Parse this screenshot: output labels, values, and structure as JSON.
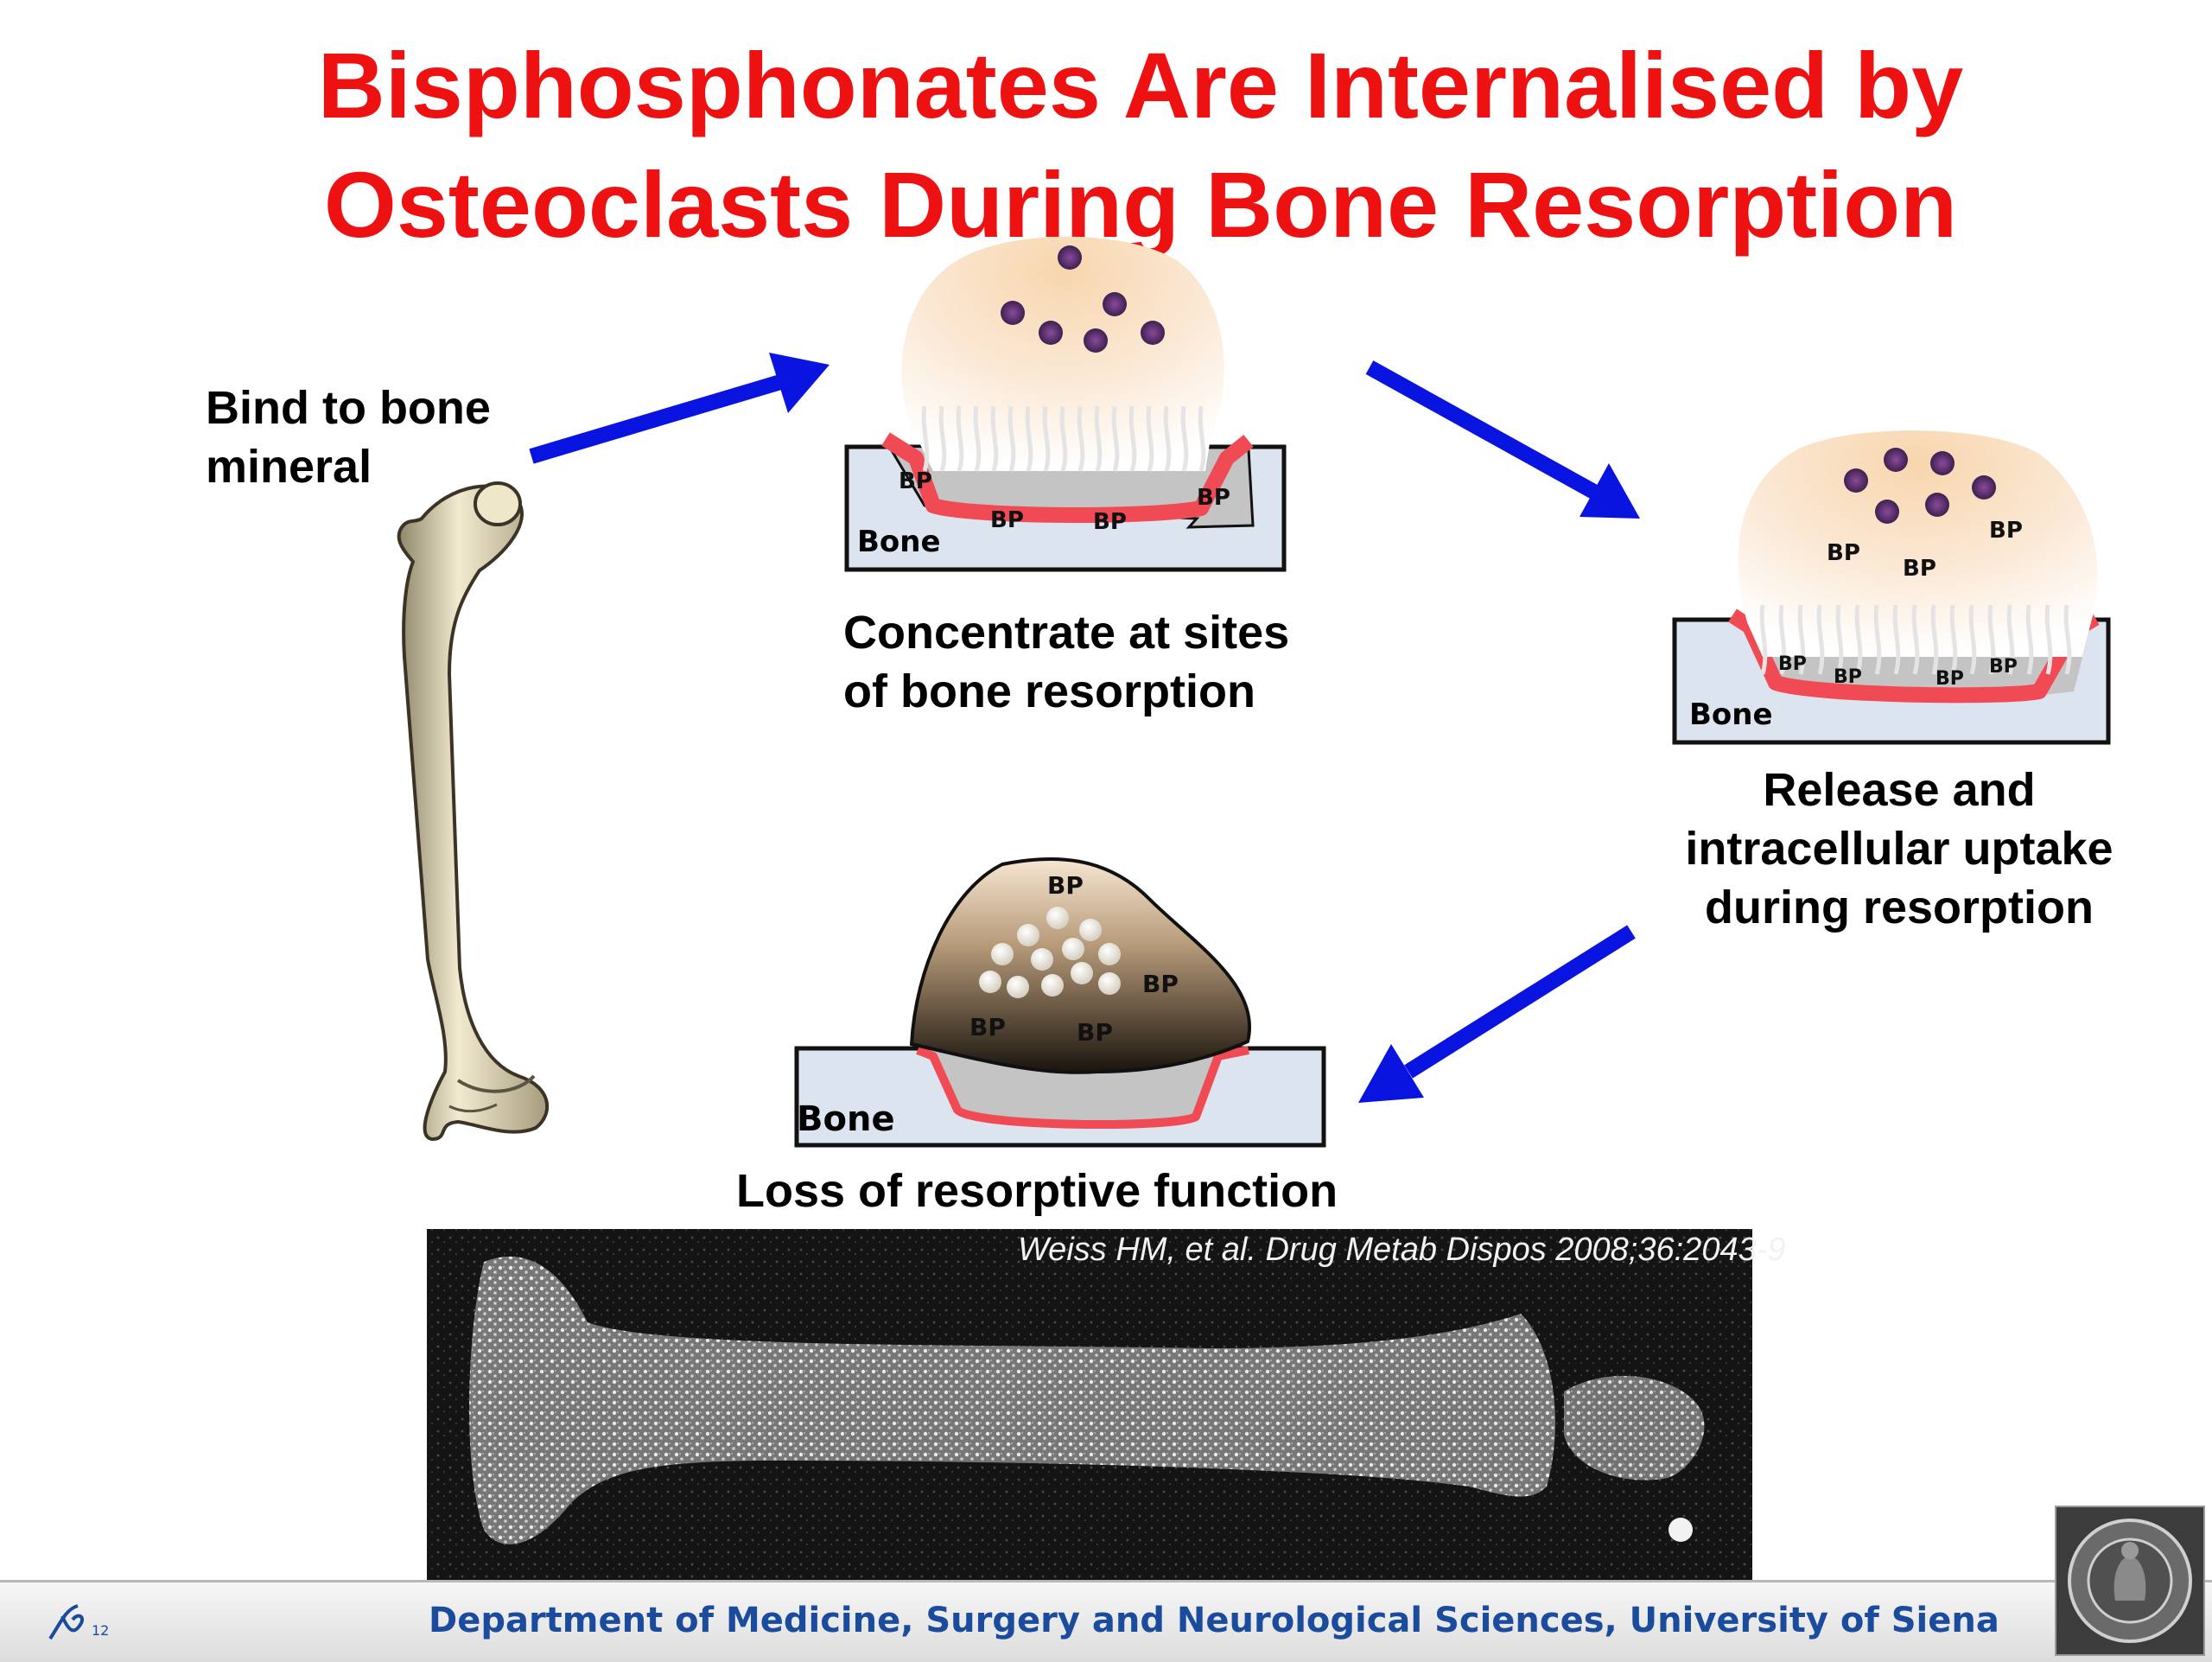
{
  "title": {
    "line1": "Bisphosphonates Are Internalised by",
    "line2": "Osteoclasts During Bone Resorption"
  },
  "steps": {
    "bind": {
      "line1": "Bind to bone",
      "line2": "mineral"
    },
    "concentrate": {
      "line1": "Concentrate at sites",
      "line2": "of bone resorption"
    },
    "release": {
      "line1": "Release and",
      "line2": "intracellular uptake",
      "line3": "during resorption"
    },
    "loss": {
      "line1": "Loss of resorptive function"
    }
  },
  "diagram_labels": {
    "bone": "Bone",
    "bp": "BP"
  },
  "citation": "Weiss HM, et al. Drug Metab Dispos 2008;36:2043-9",
  "footer": {
    "department": "Department of Medicine, Surgery and Neurological Sciences, University of Siena",
    "logo_text": "12"
  },
  "colors": {
    "title": "#ee1111",
    "arrows": "#0a14e0",
    "membrane": "#f04a55",
    "bone_fill": "#dce4ef",
    "footer_text": "#1a4b9c"
  },
  "icons": [
    "femur-bone-illustration",
    "osteoclast-cell",
    "university-seal-logo",
    "signature-logo"
  ]
}
